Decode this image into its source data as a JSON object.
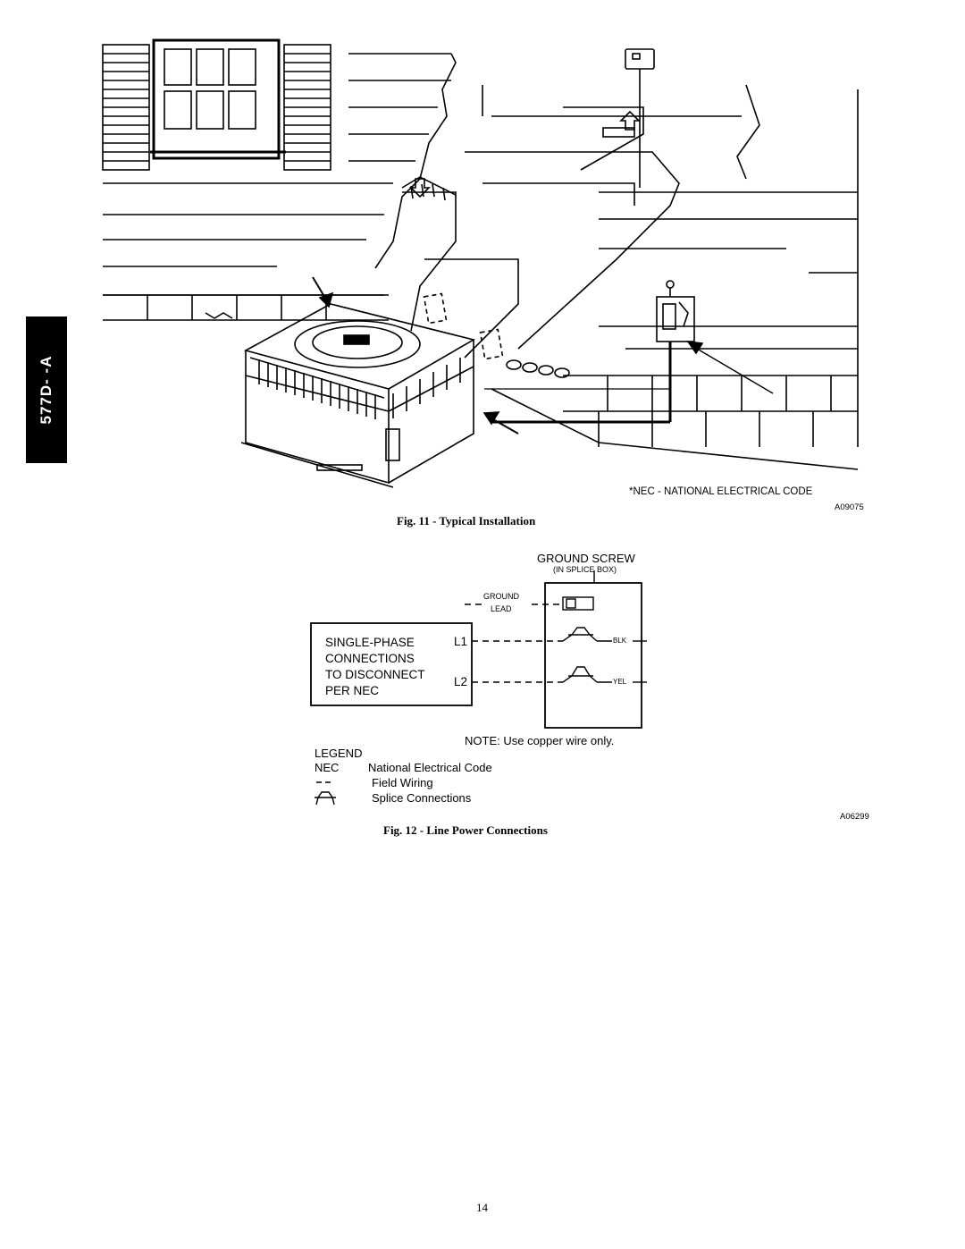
{
  "side_tab": {
    "label": "577D- -A"
  },
  "figure11": {
    "nec_note": "*NEC - NATIONAL ELECTRICAL CODE",
    "code": "A09075",
    "caption": "Fig. 11 - Typical Installation"
  },
  "figure12": {
    "ground_screw": "GROUND SCREW",
    "in_splice_box": "(IN SPLICE BOX)",
    "ground_lead_1": "GROUND",
    "ground_lead_2": "LEAD",
    "conn_line1": "SINGLE-PHASE",
    "conn_line2": "CONNECTIONS",
    "conn_line3": "TO DISCONNECT",
    "conn_line4": "PER NEC",
    "l1": "L1",
    "l2": "L2",
    "blk": "BLK",
    "yel": "YEL",
    "note": "NOTE: Use copper wire only.",
    "legend_title": "LEGEND",
    "legend_nec_abbr": "NEC",
    "legend_nec": "National Electrical Code",
    "legend_field": "Field Wiring",
    "legend_splice": "Splice Connections",
    "code": "A06299",
    "caption": "Fig. 12 - Line Power Connections"
  },
  "page_number": "14"
}
